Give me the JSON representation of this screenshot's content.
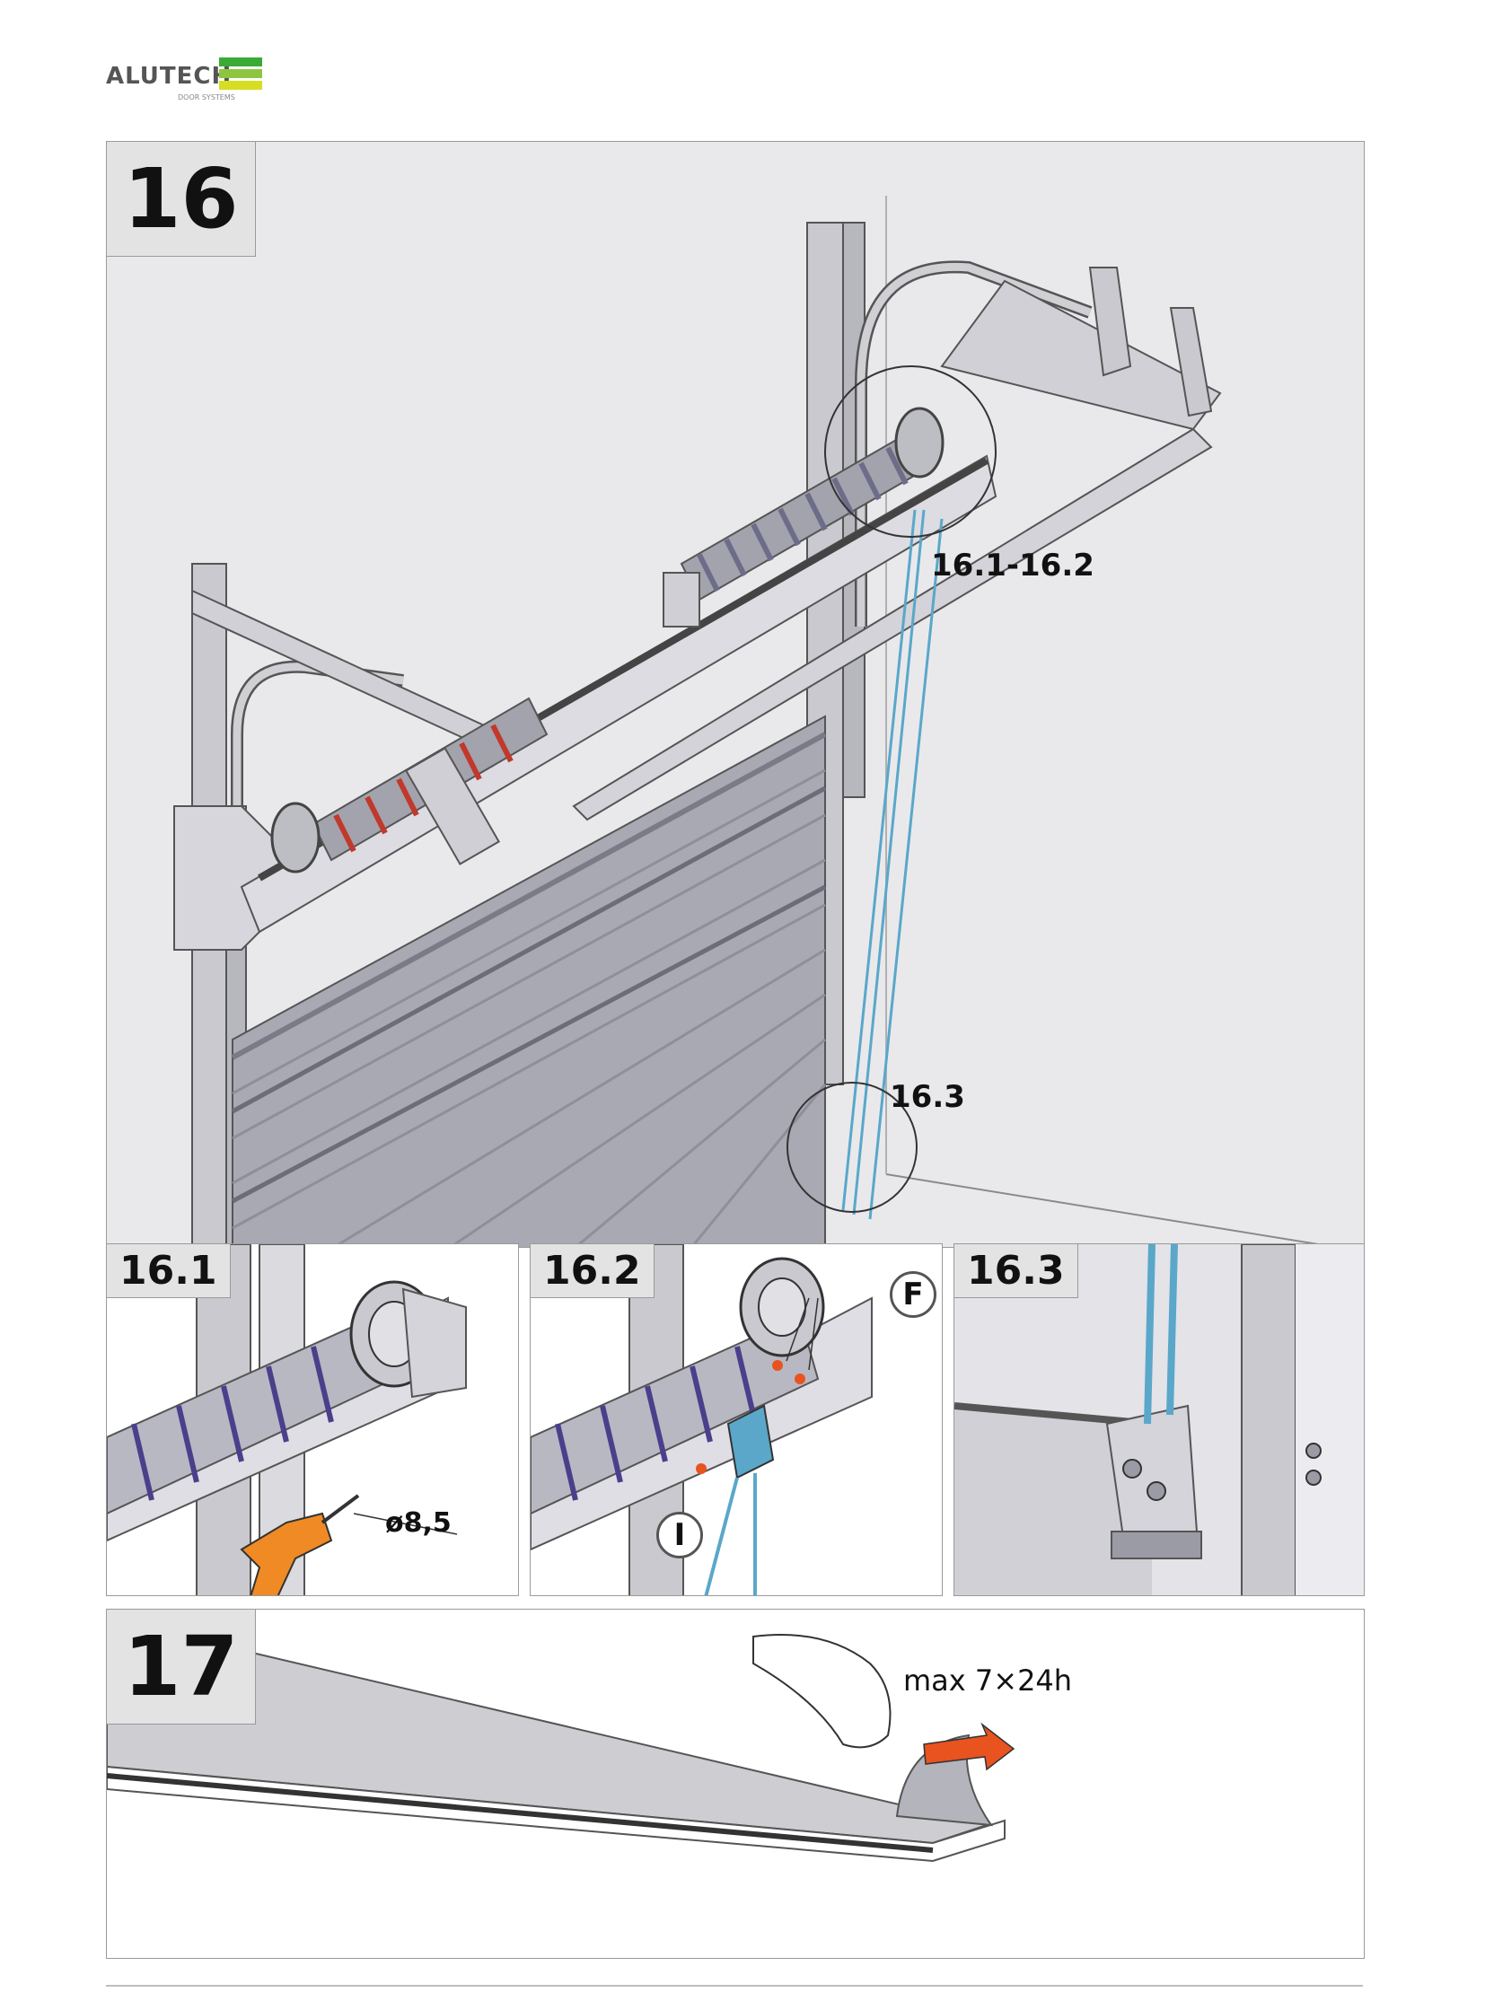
{
  "header": {
    "brand": "ALUTECH",
    "brand_sub": "DOOR SYSTEMS",
    "logo_colors": [
      "#3aaa35",
      "#8cc63f",
      "#d6de23"
    ]
  },
  "step16": {
    "number": "16",
    "callouts": {
      "springs": "16.1-16.2",
      "bottom": "16.3"
    },
    "details": [
      {
        "label": "16.1",
        "drill_size": "ø8,5"
      },
      {
        "label": "16.2",
        "marker_f": "F",
        "marker_i": "I"
      },
      {
        "label": "16.3"
      }
    ]
  },
  "step17": {
    "number": "17",
    "note": "max 7×24h",
    "arrow_color": "#e8531f"
  },
  "colors": {
    "panel_bg": "#e9e9ec",
    "door_panel": "#a9a9b4",
    "spring_stripe": "#c0392b",
    "cable": "#5aa7c9",
    "drill": "#f08a24"
  }
}
